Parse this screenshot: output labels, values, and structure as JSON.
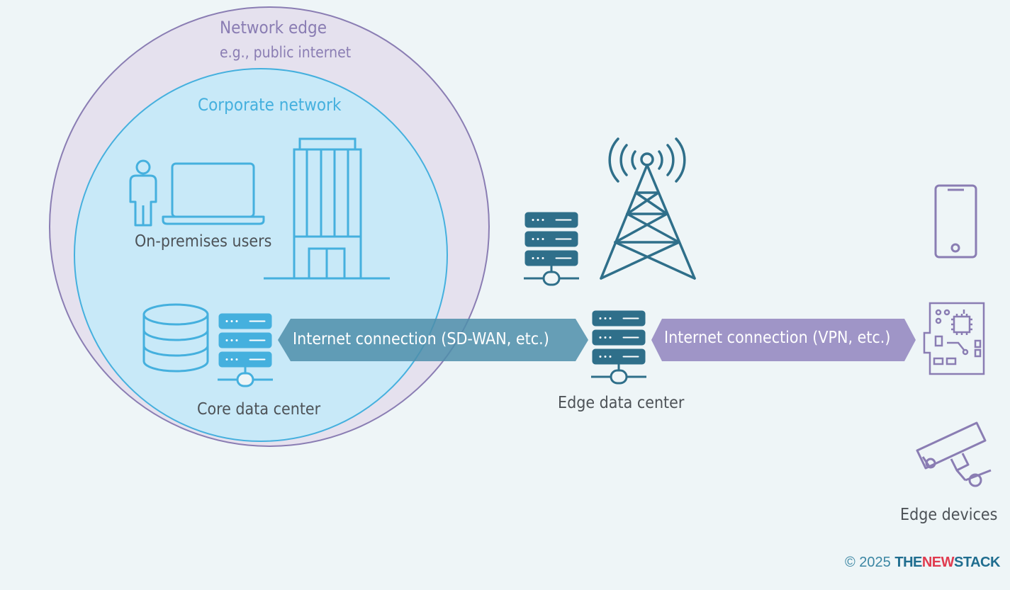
{
  "labels": {
    "network_edge": "Network edge",
    "network_edge_sub": "e.g., public internet",
    "corporate_network": "Corporate network",
    "on_premises_users": "On-premises users",
    "core_data_center": "Core data center",
    "edge_data_center": "Edge data center",
    "edge_devices": "Edge devices"
  },
  "connections": {
    "sdwan": "Internet connection (SD-WAN, etc.)",
    "vpn": "Internet connection (VPN, etc.)"
  },
  "footer": {
    "copyright": "© 2025",
    "brand_pre": "THE",
    "brand_accent": "NEW",
    "brand_post": "STACK"
  },
  "colors": {
    "background": "#eef5f7",
    "network_edge_fill": "#e5e1ee",
    "network_edge_stroke": "#8a7db3",
    "corporate_fill": "#c8e9f8",
    "corporate_stroke": "#45b0de",
    "icon_blue": "#45b0de",
    "icon_teal": "#2f6f8a",
    "icon_purple": "#8a7db3",
    "sdwan_pill": "#4d8eaa",
    "vpn_pill": "#9f95c7"
  },
  "icons": [
    "person-icon",
    "laptop-icon",
    "office-building-icon",
    "database-icon",
    "server-rack-icon",
    "cell-tower-icon",
    "smartphone-icon",
    "circuit-board-icon",
    "security-camera-icon"
  ]
}
